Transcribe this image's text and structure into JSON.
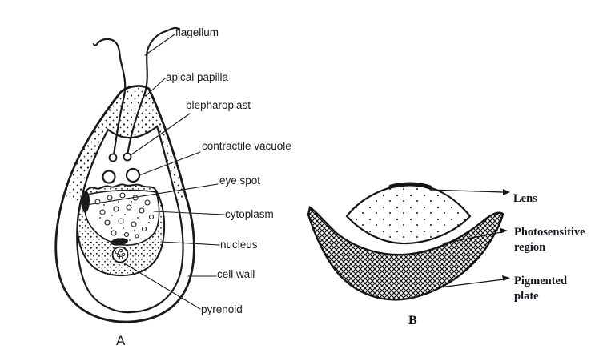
{
  "page": {
    "background": "#ffffff",
    "ink": "#1a1a1a"
  },
  "panel_a": {
    "letter": "A",
    "labels": {
      "flagellum": "flagellum",
      "apical_papilla": "apical papilla",
      "blepharoplast": "blepharoplast",
      "contractile_vacuole": "contractile vacuole",
      "eye_spot": "eye spot",
      "cytoplasm": "cytoplasm",
      "nucleus": "nucleus",
      "cell_wall": "cell wall",
      "pyrenoid": "pyrenoid"
    }
  },
  "panel_b": {
    "letter": "B",
    "labels": {
      "lens": "Lens",
      "photosensitive_region": "Photosensitive\nregion",
      "pigmented_plate": "Pigmented\nplate"
    }
  }
}
